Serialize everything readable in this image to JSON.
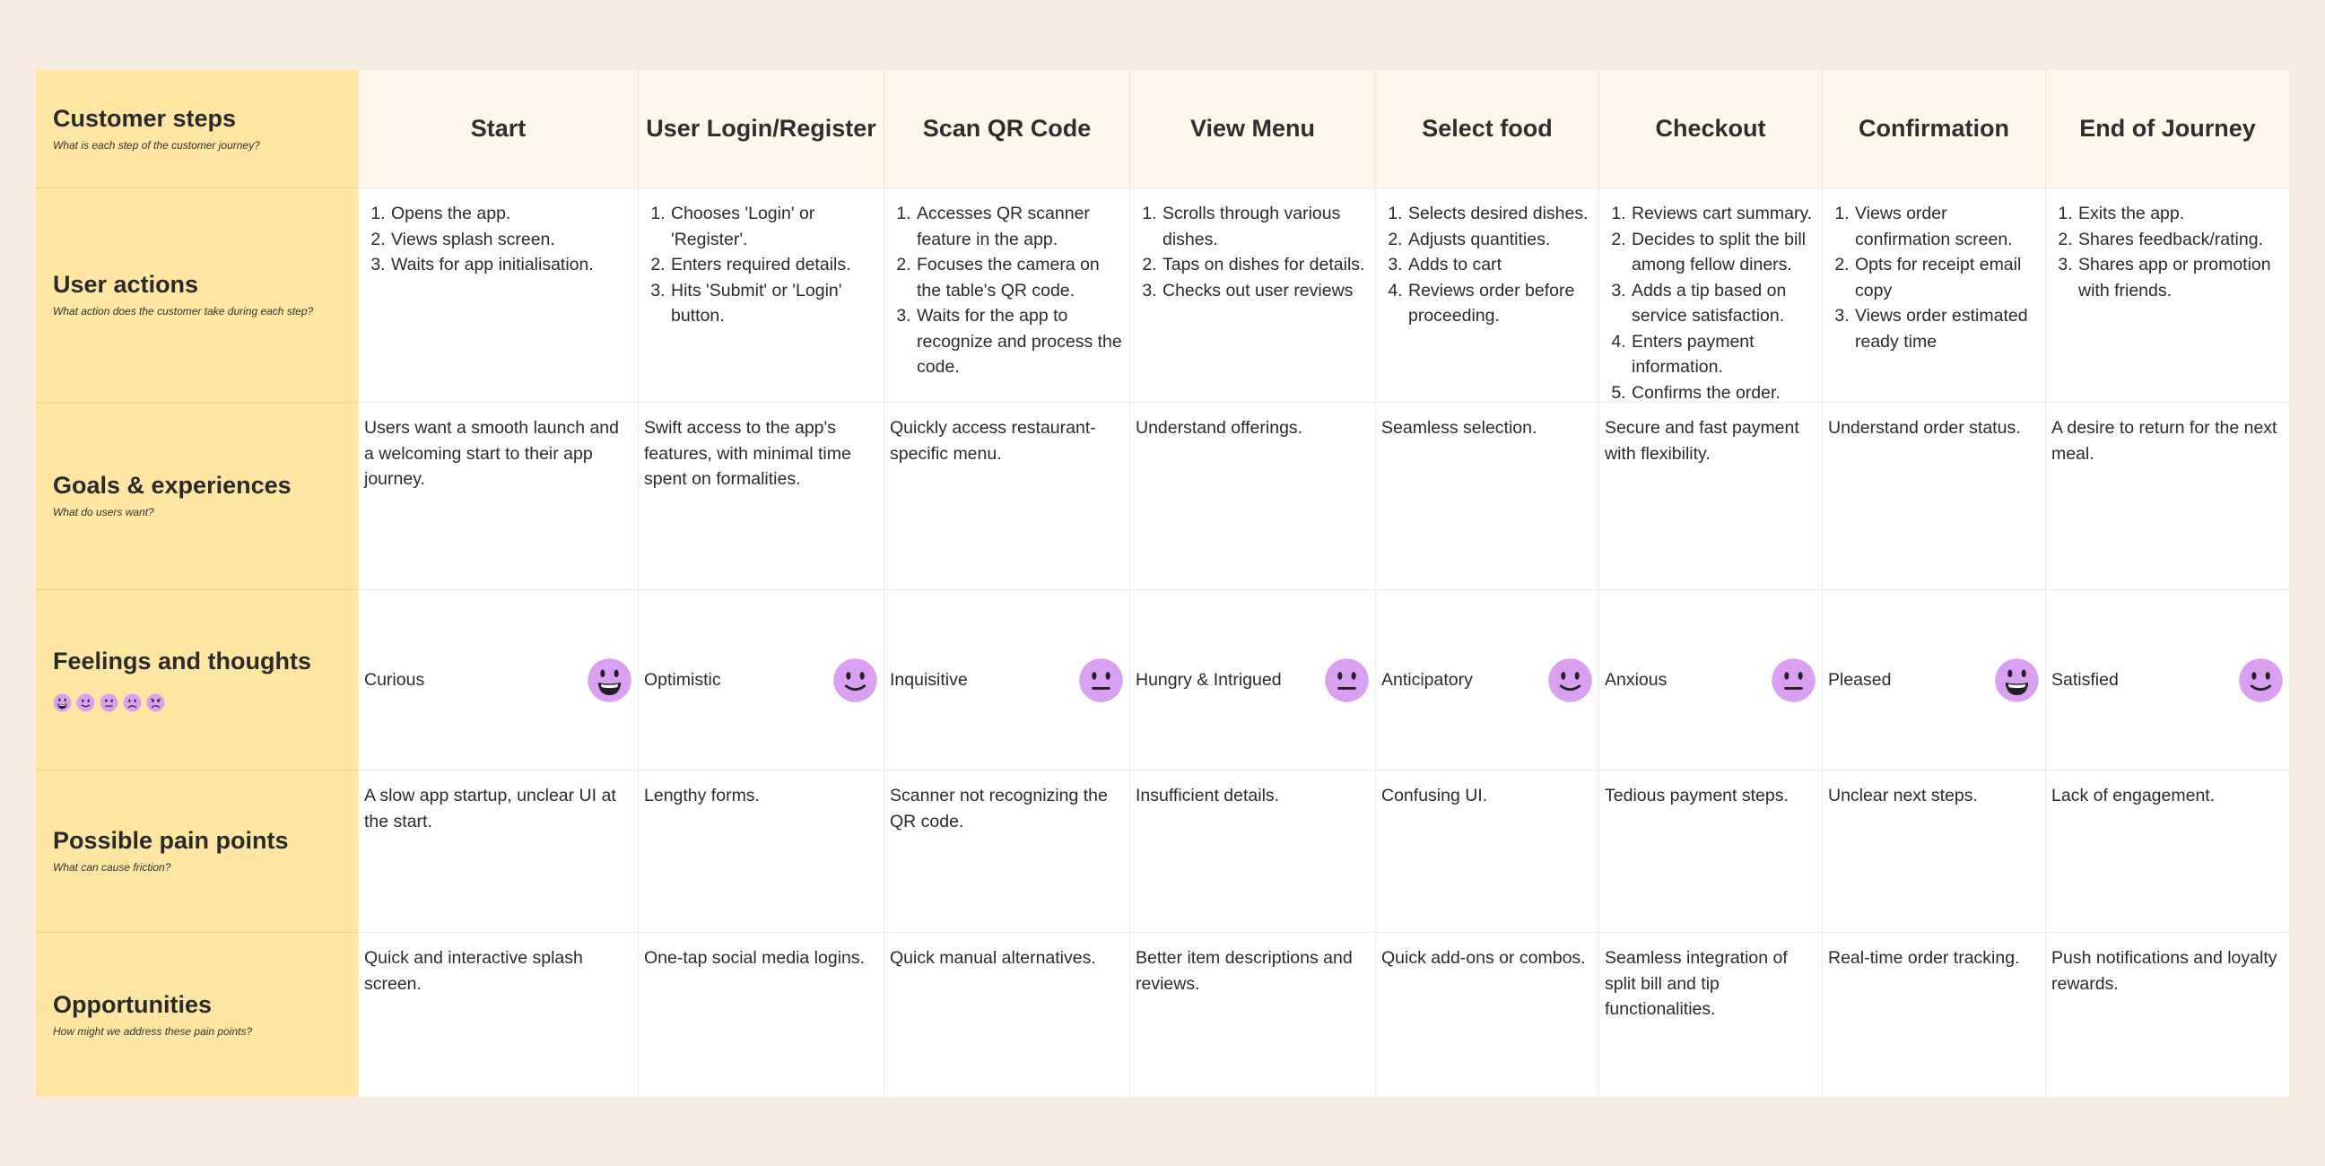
{
  "row_headers": {
    "steps": {
      "title": "Customer steps",
      "subtitle": "What is each step of the customer journey?"
    },
    "actions": {
      "title": "User actions",
      "subtitle": "What action does the customer take during each step?"
    },
    "goals": {
      "title": "Goals & experiences",
      "subtitle": "What do users want?"
    },
    "feelings": {
      "title": "Feelings and thoughts",
      "legend": [
        "grinning-face",
        "smiling-face",
        "neutral-face",
        "frowning-face",
        "angry-face"
      ]
    },
    "pain": {
      "title": "Possible pain points",
      "subtitle": "What can cause friction?"
    },
    "opps": {
      "title": "Opportunities",
      "subtitle": "How might we address these pain points?"
    }
  },
  "colors": {
    "background": "#f6ece0",
    "row_header_bg": "#ffe7a3",
    "column_header_bg": "#fdf8ea",
    "face": "#d99ff0"
  },
  "steps": [
    {
      "title": "Start",
      "actions": [
        "Opens the app.",
        "Views splash screen.",
        "Waits for app initialisation."
      ],
      "goal": "Users want a smooth launch and a welcoming start to their app journey.",
      "feeling": "Curious",
      "face": "grinning-face",
      "pain": "A slow app startup, unclear UI at the start.",
      "opportunity": "Quick and interactive splash screen."
    },
    {
      "title": "User Login/Register",
      "actions": [
        "Chooses 'Login' or 'Register'.",
        "Enters required details.",
        "Hits 'Submit' or 'Login' button."
      ],
      "goal": "Swift access to the app's features, with minimal time spent on formalities.",
      "feeling": "Optimistic",
      "face": "smiling-face",
      "pain": "Lengthy forms.",
      "opportunity": "One-tap social media logins."
    },
    {
      "title": "Scan QR Code",
      "actions": [
        "Accesses QR scanner feature in the app.",
        "Focuses the camera on the table's QR code.",
        "Waits for the app to recognize and process the code."
      ],
      "goal": "Quickly access restaurant-specific menu.",
      "feeling": "Inquisitive",
      "face": "neutral-face",
      "pain": "Scanner not recognizing the QR code.",
      "opportunity": "Quick manual alternatives."
    },
    {
      "title": "View  Menu",
      "actions": [
        "Scrolls through various dishes.",
        "Taps on dishes for details.",
        "Checks out user reviews"
      ],
      "goal": "Understand offerings.",
      "feeling": "Hungry & Intrigued",
      "face": "neutral-face",
      "pain": "Insufficient details.",
      "opportunity": "Better item descriptions and reviews."
    },
    {
      "title": "Select food",
      "actions": [
        "Selects desired dishes.",
        "Adjusts quantities.",
        "Adds to cart",
        "Reviews order before proceeding."
      ],
      "goal": "Seamless selection.",
      "feeling": "Anticipatory",
      "face": "smiling-face",
      "pain": "Confusing UI.",
      "opportunity": "Quick add-ons or combos."
    },
    {
      "title": "Checkout",
      "actions": [
        "Reviews cart summary.",
        "Decides to split the bill among fellow diners.",
        "Adds a tip based on service satisfaction.",
        "Enters payment information.",
        "Confirms the order."
      ],
      "goal": "Secure and fast payment with flexibility.",
      "feeling": "Anxious",
      "face": "neutral-face",
      "pain": "Tedious payment steps.",
      "opportunity": "Seamless integration of split bill and tip functionalities."
    },
    {
      "title": "Confirmation",
      "actions": [
        "Views order confirmation screen.",
        "Opts for receipt email copy",
        "Views order estimated ready time"
      ],
      "goal": "Understand order status.",
      "feeling": "Pleased",
      "face": "grinning-face",
      "pain": "Unclear next steps.",
      "opportunity": "Real-time order tracking."
    },
    {
      "title": "End of Journey",
      "actions": [
        "Exits the app.",
        "Shares feedback/rating.",
        "Shares app or promotion with friends."
      ],
      "goal": "A desire to return for the next meal.",
      "feeling": "Satisfied",
      "face": "smiling-face",
      "pain": "Lack of engagement.",
      "opportunity": "Push notifications and loyalty rewards."
    }
  ]
}
